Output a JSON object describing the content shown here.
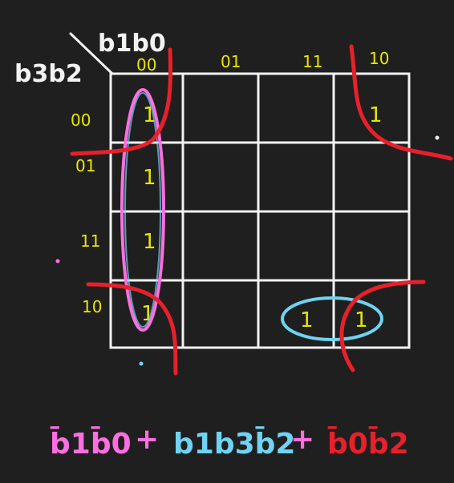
{
  "kmap": {
    "row_var_label": "b3b2",
    "col_var_label": "b1b0",
    "col_headers": [
      "00",
      "01",
      "11",
      "10"
    ],
    "row_headers": [
      "00",
      "01",
      "11",
      "10"
    ],
    "cells": [
      [
        "1",
        "",
        "",
        "1"
      ],
      [
        "1",
        "",
        "",
        ""
      ],
      [
        "1",
        "",
        "",
        ""
      ],
      [
        "1",
        "",
        "1",
        "1"
      ]
    ]
  },
  "expression": {
    "term1": "b̄1b̄0",
    "plus1": "+",
    "term2": "b1b3b̄2",
    "plus2": "+",
    "term3": "b̄0b̄2"
  },
  "colors": {
    "background": "#1f1f1f",
    "grid": "#f2f2f2",
    "ones": "#e6e600",
    "pink_group": "#ff6ee0",
    "blue_group": "#6fd3f2",
    "red_group": "#e8202a"
  }
}
